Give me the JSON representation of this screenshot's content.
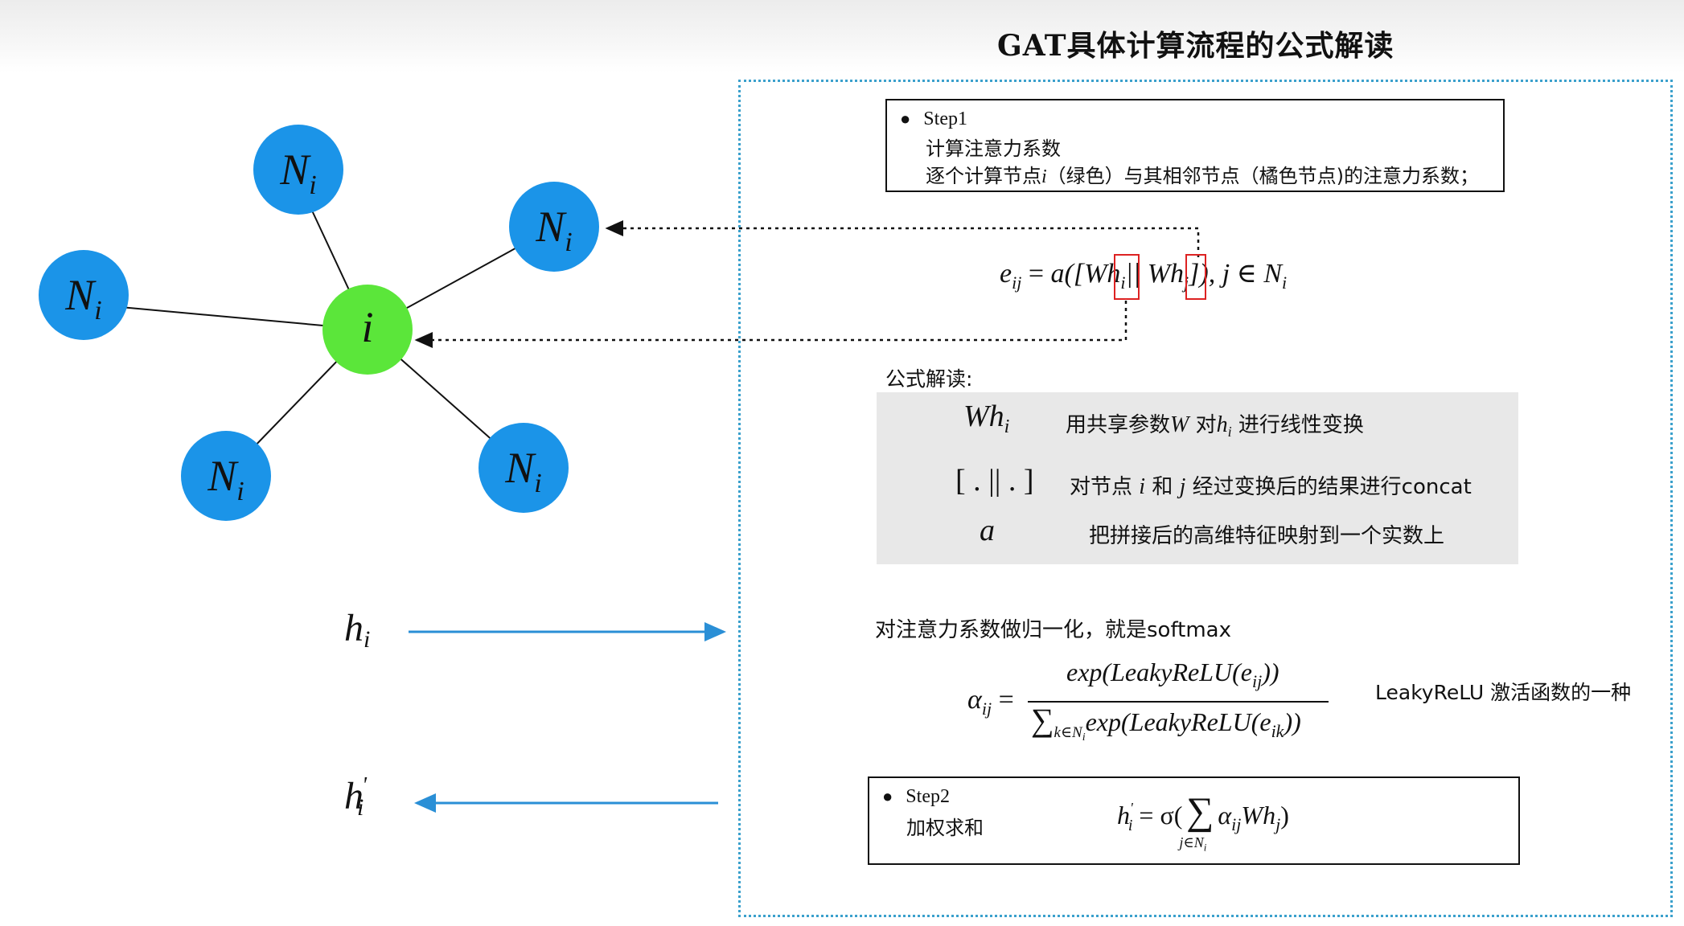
{
  "title": "GAT具体计算流程的公式解读",
  "colors": {
    "neighbor_node": "#1b94e8",
    "center_node": "#5be63a",
    "panel_border": "#3aa0cc",
    "arrow": "#2a8fd6",
    "highlight": "#dd2222",
    "grey_box": "#e8e8e8"
  },
  "graph": {
    "neighbor_label": "N",
    "neighbor_sub": "i",
    "center_label": "i"
  },
  "step1": {
    "heading": "Step1",
    "line1": "计算注意力系数",
    "line2_a": "逐个计算节点",
    "line2_var": "i",
    "line2_b": "（绿色）与其相邻节点（橘色节点)的注意力系数；"
  },
  "eq_e": {
    "lhs": "e",
    "lhs_sub": "ij",
    "eq": "=",
    "a_open": "a([W",
    "hi": "h",
    "hi_sub": "i",
    "mid": "|| W",
    "hj": "h",
    "hj_sub": "j",
    "close": "]), j ∈ N",
    "close_sub": "i"
  },
  "explain_heading": "公式解读:",
  "explain_rows": [
    {
      "symbol": "Wh",
      "symbol_sub": "i",
      "text_a": "用共享参数",
      "text_var1": "W",
      "text_b": "对",
      "text_var2": "h",
      "text_var2_sub": "i",
      "text_c": "进行线性变换"
    },
    {
      "symbol": "[ . || . ]",
      "text_a": "对节点",
      "text_var1": "i",
      "text_b": "和",
      "text_var2": "j",
      "text_c": "经过变换后的结果进行concat"
    },
    {
      "symbol": "a",
      "text_a": "把拼接后的高维特征映射到一个实数上"
    }
  ],
  "softmax_text": "对注意力系数做归一化，就是softmax",
  "eq_alpha": {
    "lhs": "α",
    "lhs_sub": "ij",
    "eq": "=",
    "numerator": "exp(LeakyReLU(e",
    "numerator_sub": "ij",
    "numerator_close": "))",
    "den_sum": "∑",
    "den_sum_sub": "k∈N",
    "den_sum_sub_sub": "i",
    "denominator": "exp(LeakyReLU(e",
    "denominator_sub": "ik",
    "denominator_close": "))"
  },
  "leaky_note": "LeakyReLU 激活函数的一种",
  "h_in": {
    "label": "h",
    "sub": "i"
  },
  "h_out": {
    "label": "h",
    "sub": "i",
    "prime": "'"
  },
  "step2": {
    "heading": "Step2",
    "line1": "加权求和",
    "formula_lhs": "h",
    "formula_lhs_sub": "i",
    "formula_prime": "'",
    "formula_eq": "= σ(",
    "formula_sum": "∑",
    "formula_sum_sub": "j∈N",
    "formula_sum_sub_sub": "i",
    "formula_rest": "α",
    "formula_rest_sub": "ij",
    "formula_rest2": "Wh",
    "formula_rest2_sub": "j",
    "formula_close": ")"
  }
}
